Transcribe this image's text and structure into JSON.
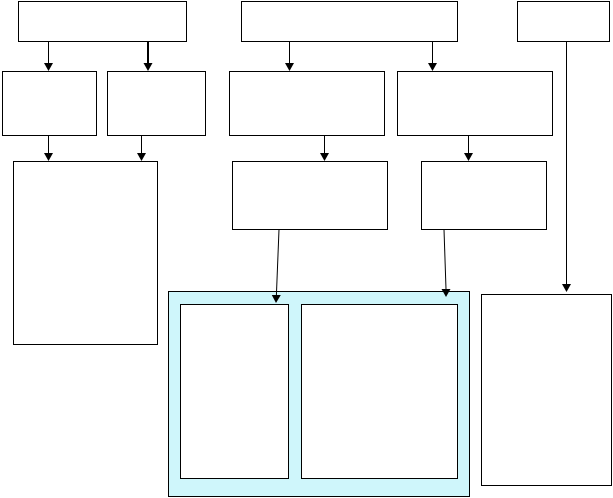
{
  "diagram": {
    "type": "flowchart",
    "box_text_visible": false,
    "colors": {
      "line": "#000000",
      "box_fill": "#ffffff",
      "group_fill": "#cff6fb",
      "background": "#ffffff"
    },
    "nodes": [
      {
        "id": "top-left",
        "label": ""
      },
      {
        "id": "top-middle",
        "label": ""
      },
      {
        "id": "top-right",
        "label": ""
      },
      {
        "id": "mid-1",
        "label": ""
      },
      {
        "id": "mid-2",
        "label": ""
      },
      {
        "id": "mid-3",
        "label": ""
      },
      {
        "id": "mid-4",
        "label": ""
      },
      {
        "id": "tall-left",
        "label": ""
      },
      {
        "id": "lower-1",
        "label": ""
      },
      {
        "id": "lower-2",
        "label": ""
      },
      {
        "id": "highlight-group",
        "label": ""
      },
      {
        "id": "inner-left",
        "label": ""
      },
      {
        "id": "inner-right",
        "label": ""
      },
      {
        "id": "right-tall",
        "label": ""
      }
    ],
    "edges": [
      {
        "from": "top-left",
        "to": "mid-1"
      },
      {
        "from": "top-left",
        "to": "mid-2"
      },
      {
        "from": "top-middle",
        "to": "mid-3"
      },
      {
        "from": "top-middle",
        "to": "mid-4"
      },
      {
        "from": "mid-1",
        "to": "tall-left"
      },
      {
        "from": "mid-2",
        "to": "tall-left"
      },
      {
        "from": "mid-3",
        "to": "lower-1"
      },
      {
        "from": "mid-4",
        "to": "lower-2"
      },
      {
        "from": "lower-1",
        "to": "highlight-group"
      },
      {
        "from": "lower-2",
        "to": "highlight-group"
      },
      {
        "from": "top-right",
        "to": "right-tall"
      }
    ]
  }
}
